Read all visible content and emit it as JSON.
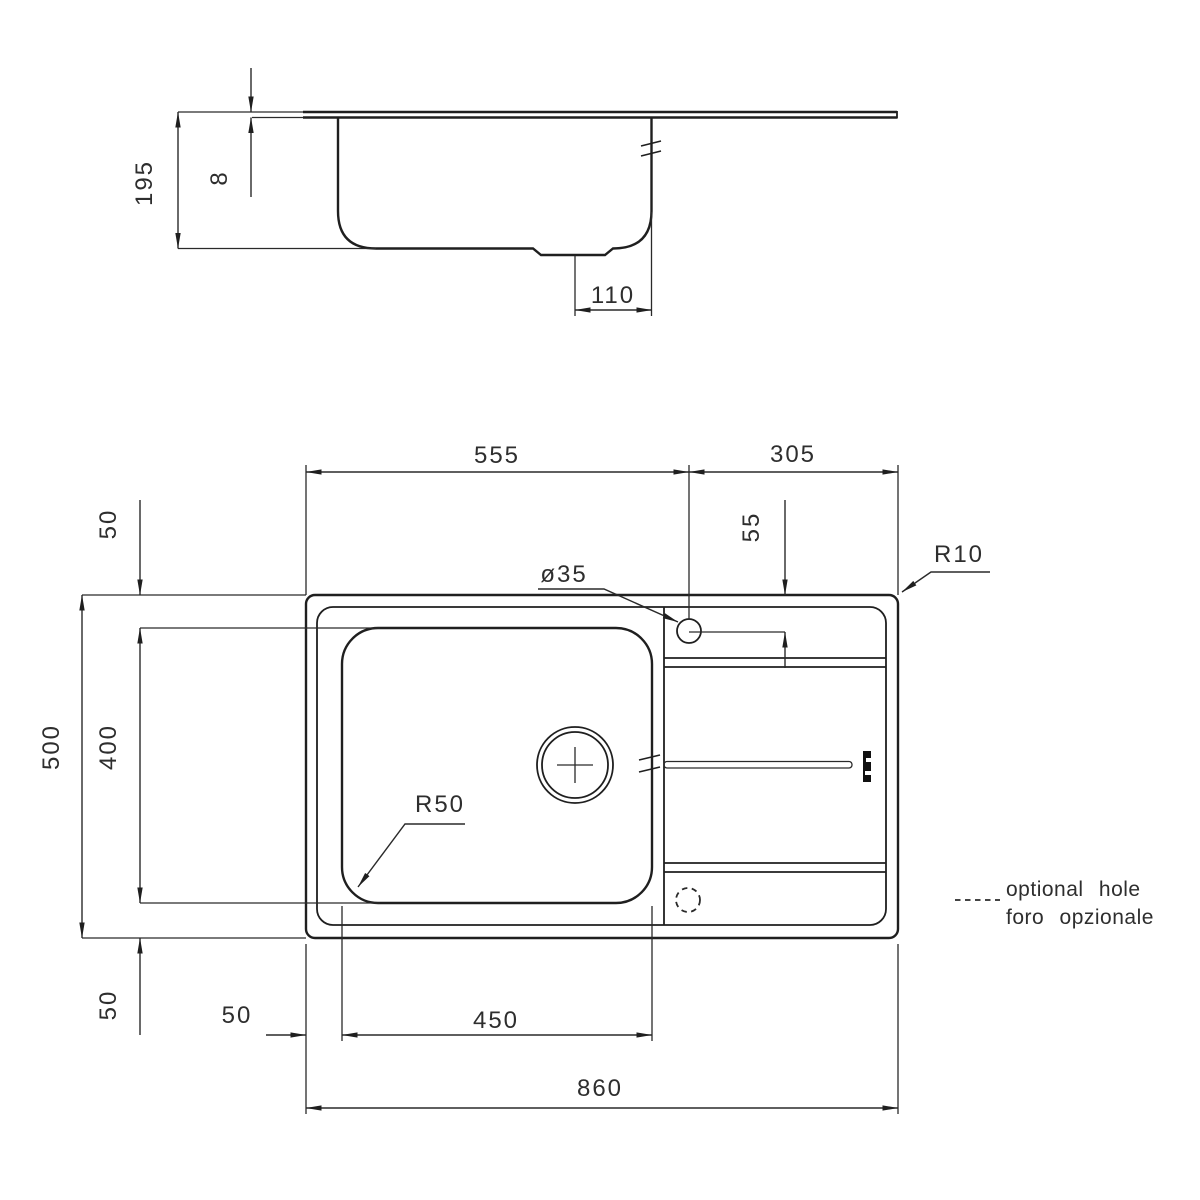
{
  "drawing": {
    "type": "kitchen sink technical drawing, two orthographic views",
    "side_view": {
      "labels": {
        "depth": "195",
        "rim_thickness": "8",
        "drain_offset": "110"
      }
    },
    "plan_view": {
      "labels": {
        "top_left_width": "555",
        "top_right_width": "305",
        "faucet_hole_diameter": "ø35",
        "faucet_hole_offset": "55",
        "corner_radius": "R10",
        "bowl_corner_radius": "R50",
        "overall_depth": "500",
        "bowl_depth": "400",
        "margin_top": "50",
        "margin_bottom": "50",
        "margin_left": "50",
        "bowl_width": "450",
        "overall_width": "860"
      }
    },
    "legend": {
      "line1": "optional hole",
      "line2": "foro opzionale"
    },
    "colors": {
      "line": "#1f1f1f",
      "text": "#2e2e2e",
      "background": "#ffffff"
    }
  }
}
